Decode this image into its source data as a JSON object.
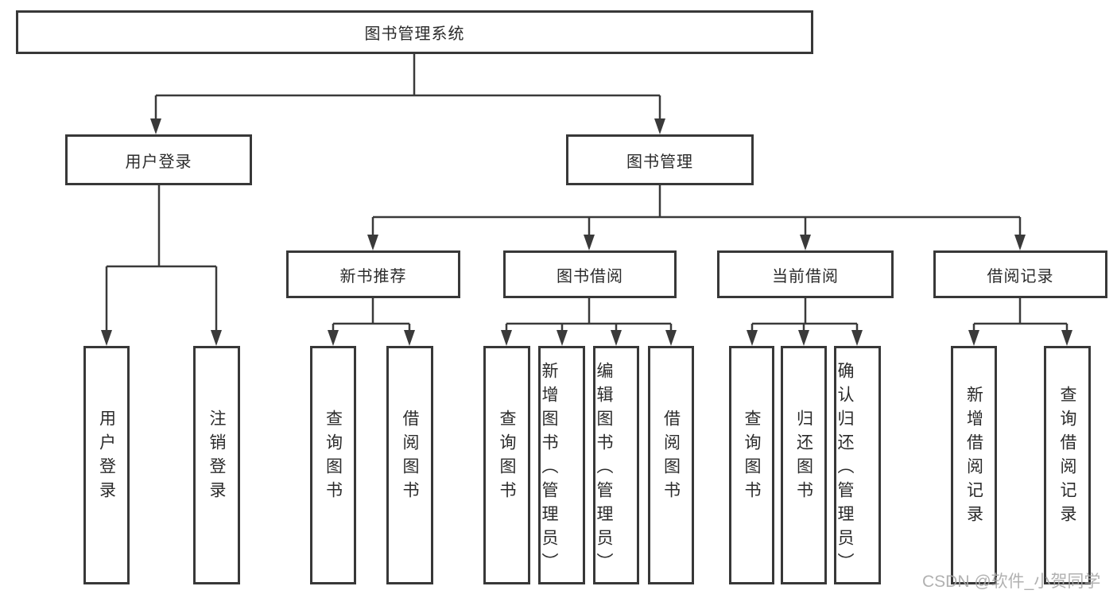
{
  "diagram": {
    "root": {
      "label": "图书管理系统"
    },
    "level2": {
      "user_login": {
        "label": "用户登录"
      },
      "book_mgmt": {
        "label": "图书管理"
      }
    },
    "level3": {
      "new_book_rec": {
        "label": "新书推荐"
      },
      "book_borrow": {
        "label": "图书借阅"
      },
      "current_borrow": {
        "label": "当前借阅"
      },
      "borrow_records": {
        "label": "借阅记录"
      }
    },
    "leaves": {
      "user_login": [
        "用户登录",
        "注销登录"
      ],
      "new_book_rec": [
        "查询图书",
        "借阅图书"
      ],
      "book_borrow": [
        "查询图书",
        "新增图书（管理员）",
        "编辑图书（管理员）",
        "借阅图书"
      ],
      "current_borrow": [
        "查询图书",
        "归还图书",
        "确认归还（管理员）"
      ],
      "borrow_records": [
        "新增借阅记录",
        "查询借阅记录"
      ]
    },
    "line_color": "#3a3a3a",
    "border_color": "#383838"
  },
  "watermark": {
    "text": "CSDN @软件_小贺同学"
  }
}
